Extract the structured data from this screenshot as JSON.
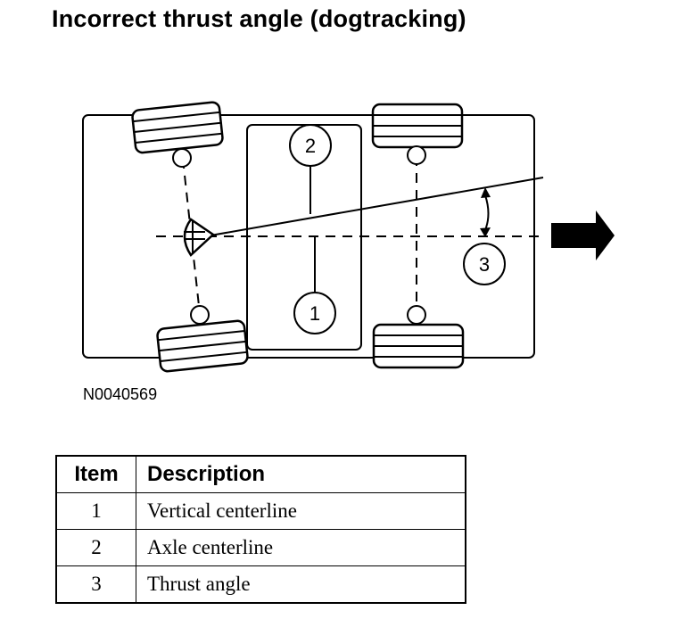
{
  "title": "Incorrect thrust angle (dogtracking)",
  "figure_id": "N0040569",
  "diagram": {
    "callouts": [
      "1",
      "2",
      "3"
    ]
  },
  "legend": {
    "headers": [
      "Item",
      "Description"
    ],
    "rows": [
      {
        "item": "1",
        "description": "Vertical centerline"
      },
      {
        "item": "2",
        "description": "Axle centerline"
      },
      {
        "item": "3",
        "description": "Thrust angle"
      }
    ]
  }
}
